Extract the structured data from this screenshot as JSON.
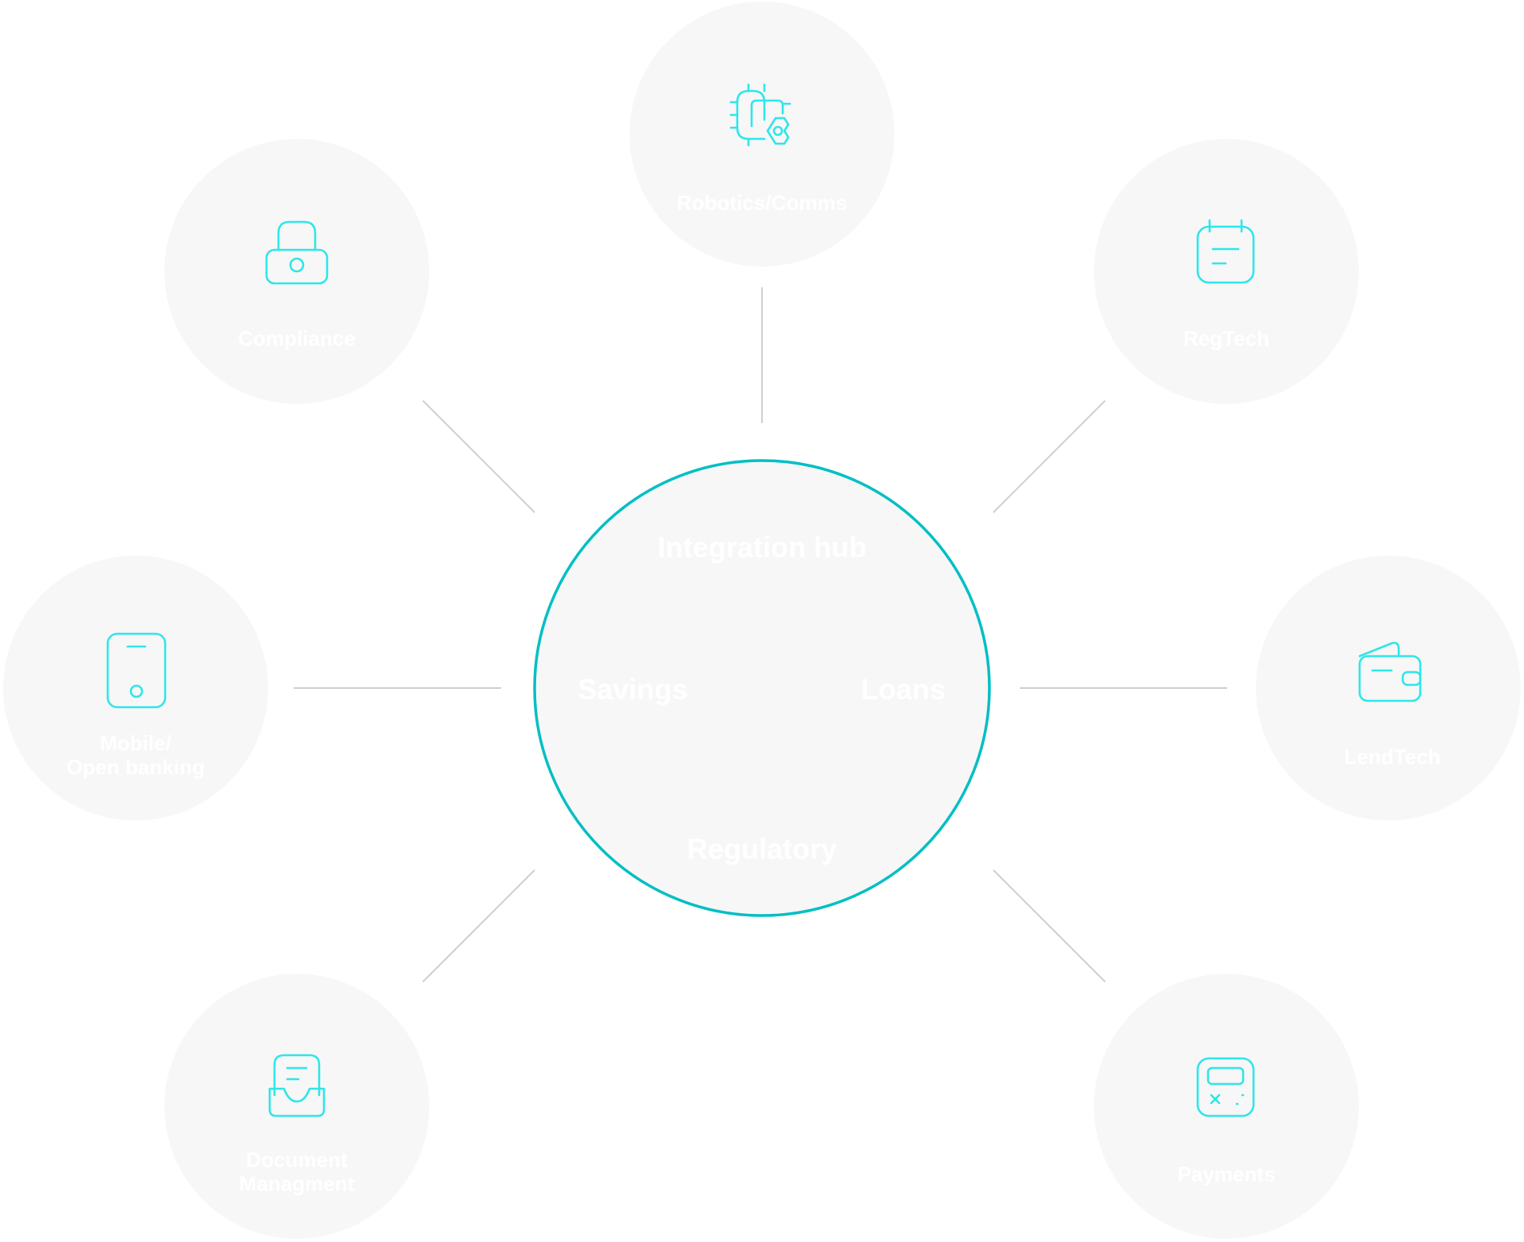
{
  "colors": {
    "accent": "#00bfc4",
    "icon": "#2ee6ea",
    "node_fill": "#f7f7f7",
    "connector": "#cfcfcf",
    "label": "#ffffff"
  },
  "hub": {
    "title": "Integration hub",
    "left": "Savings",
    "right": "Loans",
    "bottom": "Regulatory"
  },
  "nodes": {
    "robotics": {
      "label": "Robotics/Comms",
      "icon": "chip-gear-icon"
    },
    "compliance": {
      "label": "Compliance",
      "icon": "lock-icon"
    },
    "regtech": {
      "label": "RegTech",
      "icon": "calendar-note-icon"
    },
    "mobile": {
      "label_line1": "Mobile/",
      "label_line2": "Open banking",
      "icon": "smartphone-icon"
    },
    "lendtech": {
      "label": "LendTech",
      "icon": "wallet-icon"
    },
    "document": {
      "label_line1": "Document",
      "label_line2": "Managment",
      "icon": "inbox-document-icon"
    },
    "payments": {
      "label": "Payments",
      "icon": "payment-terminal-icon"
    }
  }
}
